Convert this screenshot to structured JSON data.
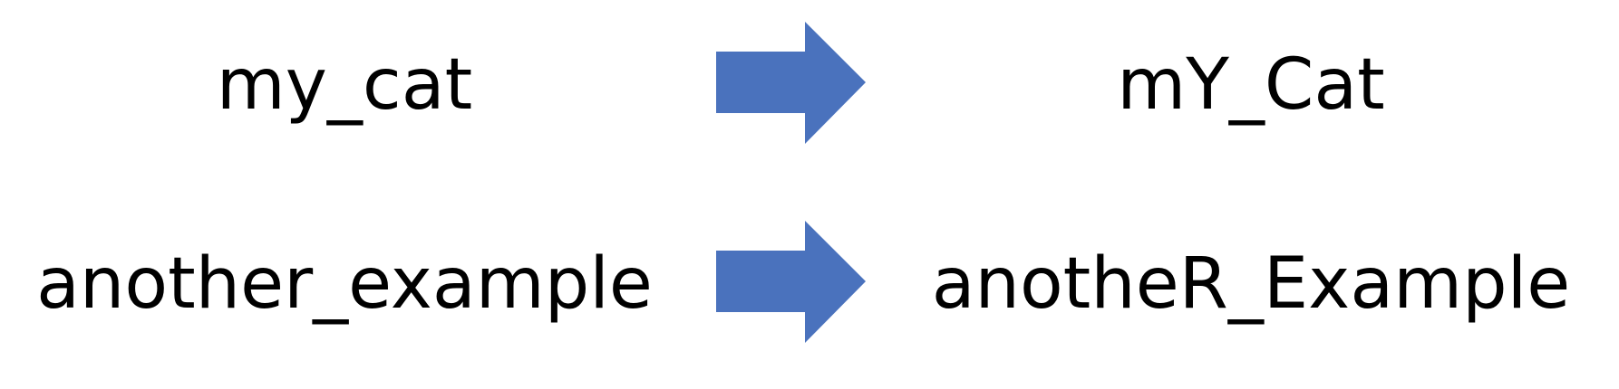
{
  "rows": [
    {
      "input": "my_cat",
      "output": "mY_Cat"
    },
    {
      "input": "another_example",
      "output": "anotheR_Example"
    }
  ],
  "arrow": {
    "icon": "right-arrow-icon",
    "color": "#4a72bd"
  }
}
